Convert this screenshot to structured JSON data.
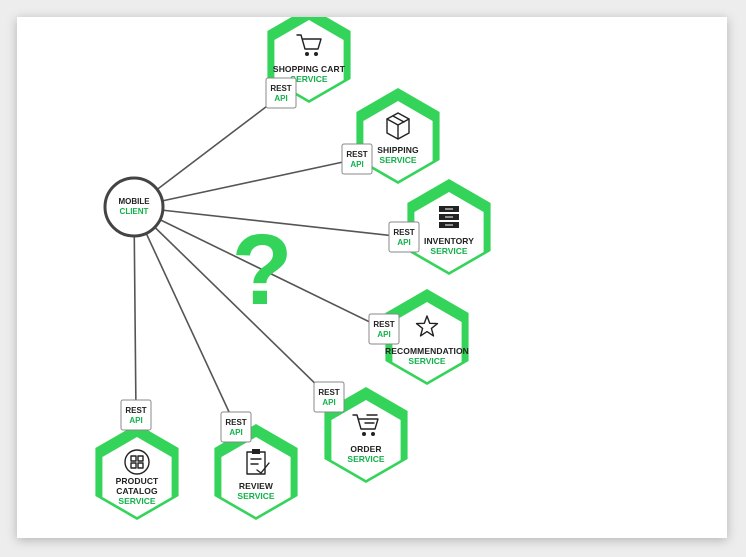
{
  "diagram": {
    "client": {
      "line1": "MOBILE",
      "line2": "CLIENT"
    },
    "question_mark": "?",
    "api_label": {
      "line1": "REST",
      "line2": "API"
    },
    "services": [
      {
        "id": "shopping-cart",
        "title_lines": [
          "SHOPPING CART"
        ],
        "subtitle": "SERVICE",
        "icon": "shopping-cart-icon"
      },
      {
        "id": "shipping",
        "title_lines": [
          "SHIPPING"
        ],
        "subtitle": "SERVICE",
        "icon": "package-box-icon"
      },
      {
        "id": "inventory",
        "title_lines": [
          "INVENTORY"
        ],
        "subtitle": "SERVICE",
        "icon": "stacked-boxes-icon"
      },
      {
        "id": "recommendation",
        "title_lines": [
          "RECOMMENDATION"
        ],
        "subtitle": "SERVICE",
        "icon": "star-icon"
      },
      {
        "id": "order",
        "title_lines": [
          "ORDER"
        ],
        "subtitle": "SERVICE",
        "icon": "cart-list-icon"
      },
      {
        "id": "review",
        "title_lines": [
          "REVIEW"
        ],
        "subtitle": "SERVICE",
        "icon": "clipboard-check-icon"
      },
      {
        "id": "product-catalog",
        "title_lines": [
          "PRODUCT",
          "CATALOG"
        ],
        "subtitle": "SERVICE",
        "icon": "grid-catalog-icon"
      }
    ],
    "colors": {
      "accent": "#12b14a",
      "hex_fill": "#34d45a",
      "hex_face": "#ffffff",
      "line": "#555555",
      "client_stroke": "#444444"
    }
  }
}
